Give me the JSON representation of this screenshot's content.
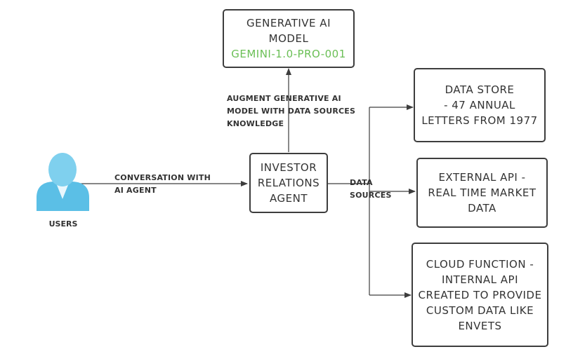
{
  "colors": {
    "accent": "#6abf55",
    "line": "#3d3d3d",
    "user_icon_head": "#7fd0ee",
    "user_icon_body": "#5bbfe6"
  },
  "users": {
    "icon": "user-icon",
    "label": "USERS"
  },
  "nodes": {
    "model": {
      "lines": [
        "GENERATIVE AI",
        "MODEL"
      ],
      "model_id": "GEMINI-1.0-PRO-001"
    },
    "agent": {
      "lines": [
        "INVESTOR",
        "RELATIONS",
        "AGENT"
      ]
    },
    "data_store": {
      "lines": [
        "DATA STORE",
        "- 47 ANNUAL",
        "LETTERS FROM 1977"
      ]
    },
    "external_api": {
      "lines": [
        "EXTERNAL API -",
        "REAL TIME MARKET",
        "DATA"
      ]
    },
    "cloud_function": {
      "lines": [
        "CLOUD FUNCTION -",
        "INTERNAL API",
        "CREATED TO PROVIDE",
        "CUSTOM DATA LIKE",
        "ENVETS"
      ]
    }
  },
  "edges": {
    "conversation": [
      "CONVERSATION WITH",
      "AI AGENT"
    ],
    "augment": [
      "AUGMENT GENERATIVE AI",
      "MODEL WITH DATA SOURCES",
      "KNOWLEDGE"
    ],
    "data_sources": [
      "DATA",
      "SOURCES"
    ]
  }
}
